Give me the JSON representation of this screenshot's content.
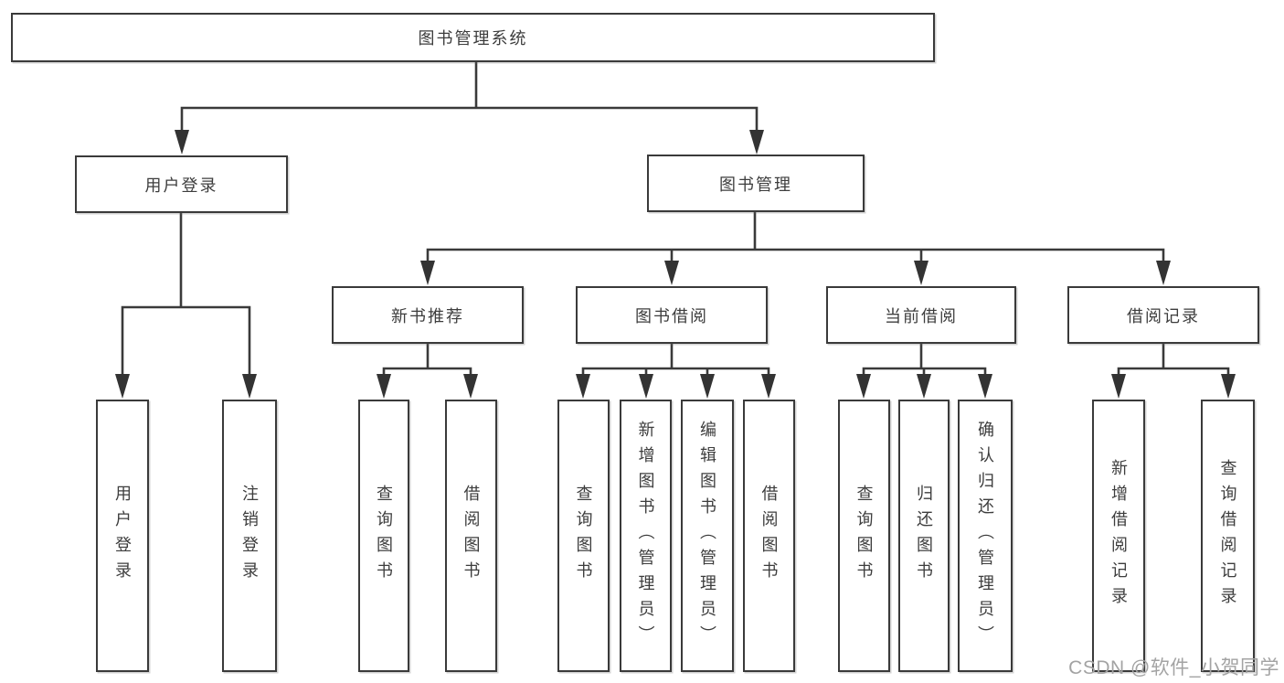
{
  "colors": {
    "background": "#ffffff",
    "line": "#3a3a3a",
    "box_border": "#3a3a3a",
    "text": "#3d3d3d",
    "watermark": "#a3a3a3"
  },
  "tree": {
    "root": {
      "label": "图书管理系统"
    },
    "branches": [
      {
        "label": "用户登录",
        "children": [
          {
            "label": "用户登录"
          },
          {
            "label": "注销登录"
          }
        ]
      },
      {
        "label": "图书管理",
        "children": [
          {
            "label": "新书推荐",
            "children": [
              {
                "label": "查询图书"
              },
              {
                "label": "借阅图书"
              }
            ]
          },
          {
            "label": "图书借阅",
            "children": [
              {
                "label": "查询图书"
              },
              {
                "label": "新增图书（管理员）"
              },
              {
                "label": "编辑图书（管理员）"
              },
              {
                "label": "借阅图书"
              }
            ]
          },
          {
            "label": "当前借阅",
            "children": [
              {
                "label": "查询图书"
              },
              {
                "label": "归还图书"
              },
              {
                "label": "确认归还（管理员）"
              }
            ]
          },
          {
            "label": "借阅记录",
            "children": [
              {
                "label": "新增借阅记录"
              },
              {
                "label": "查询借阅记录"
              }
            ]
          }
        ]
      }
    ]
  },
  "watermark": {
    "text": "CSDN @软件_小贺同学"
  }
}
